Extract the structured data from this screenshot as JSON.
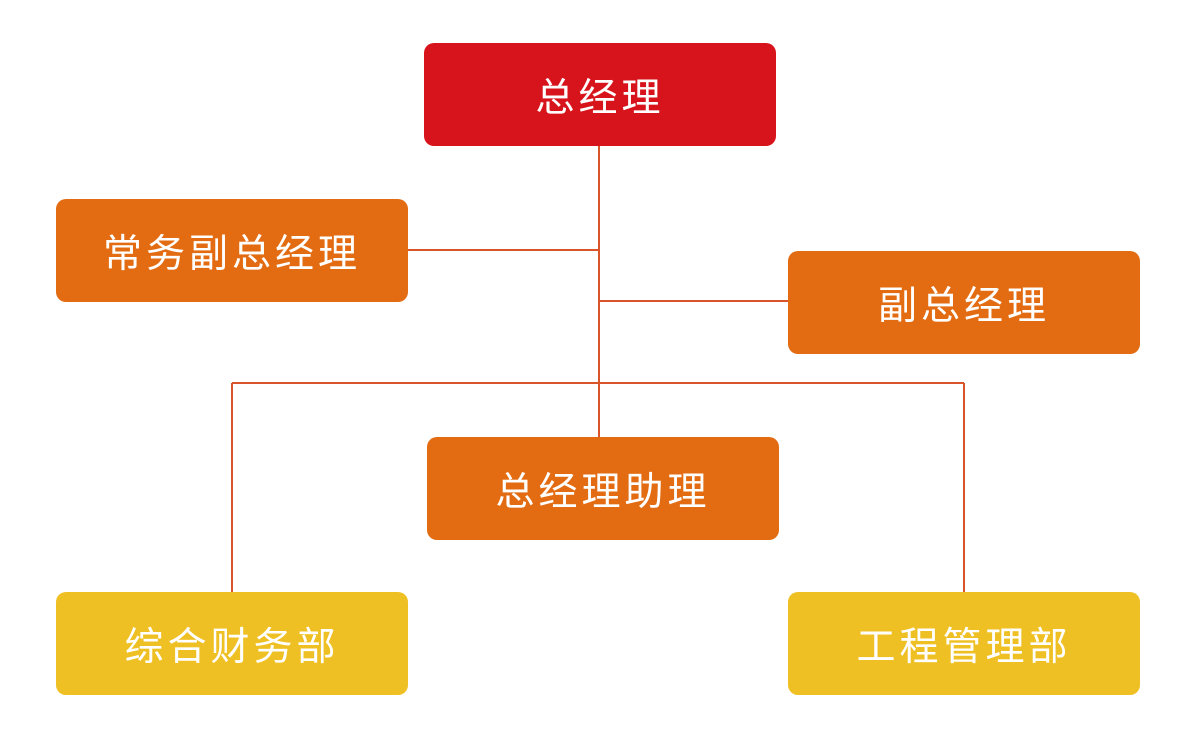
{
  "colors": {
    "top": "#d7141b",
    "mid": "#e36c12",
    "bottom": "#efc023",
    "line": "#d9542b",
    "text": "#ffffff"
  },
  "nodes": {
    "ceo": {
      "label": "总经理"
    },
    "exec_deputy": {
      "label": "常务副总经理"
    },
    "deputy": {
      "label": "副总经理"
    },
    "assistant": {
      "label": "总经理助理"
    },
    "finance": {
      "label": "综合财务部"
    },
    "engineering": {
      "label": "工程管理部"
    }
  }
}
